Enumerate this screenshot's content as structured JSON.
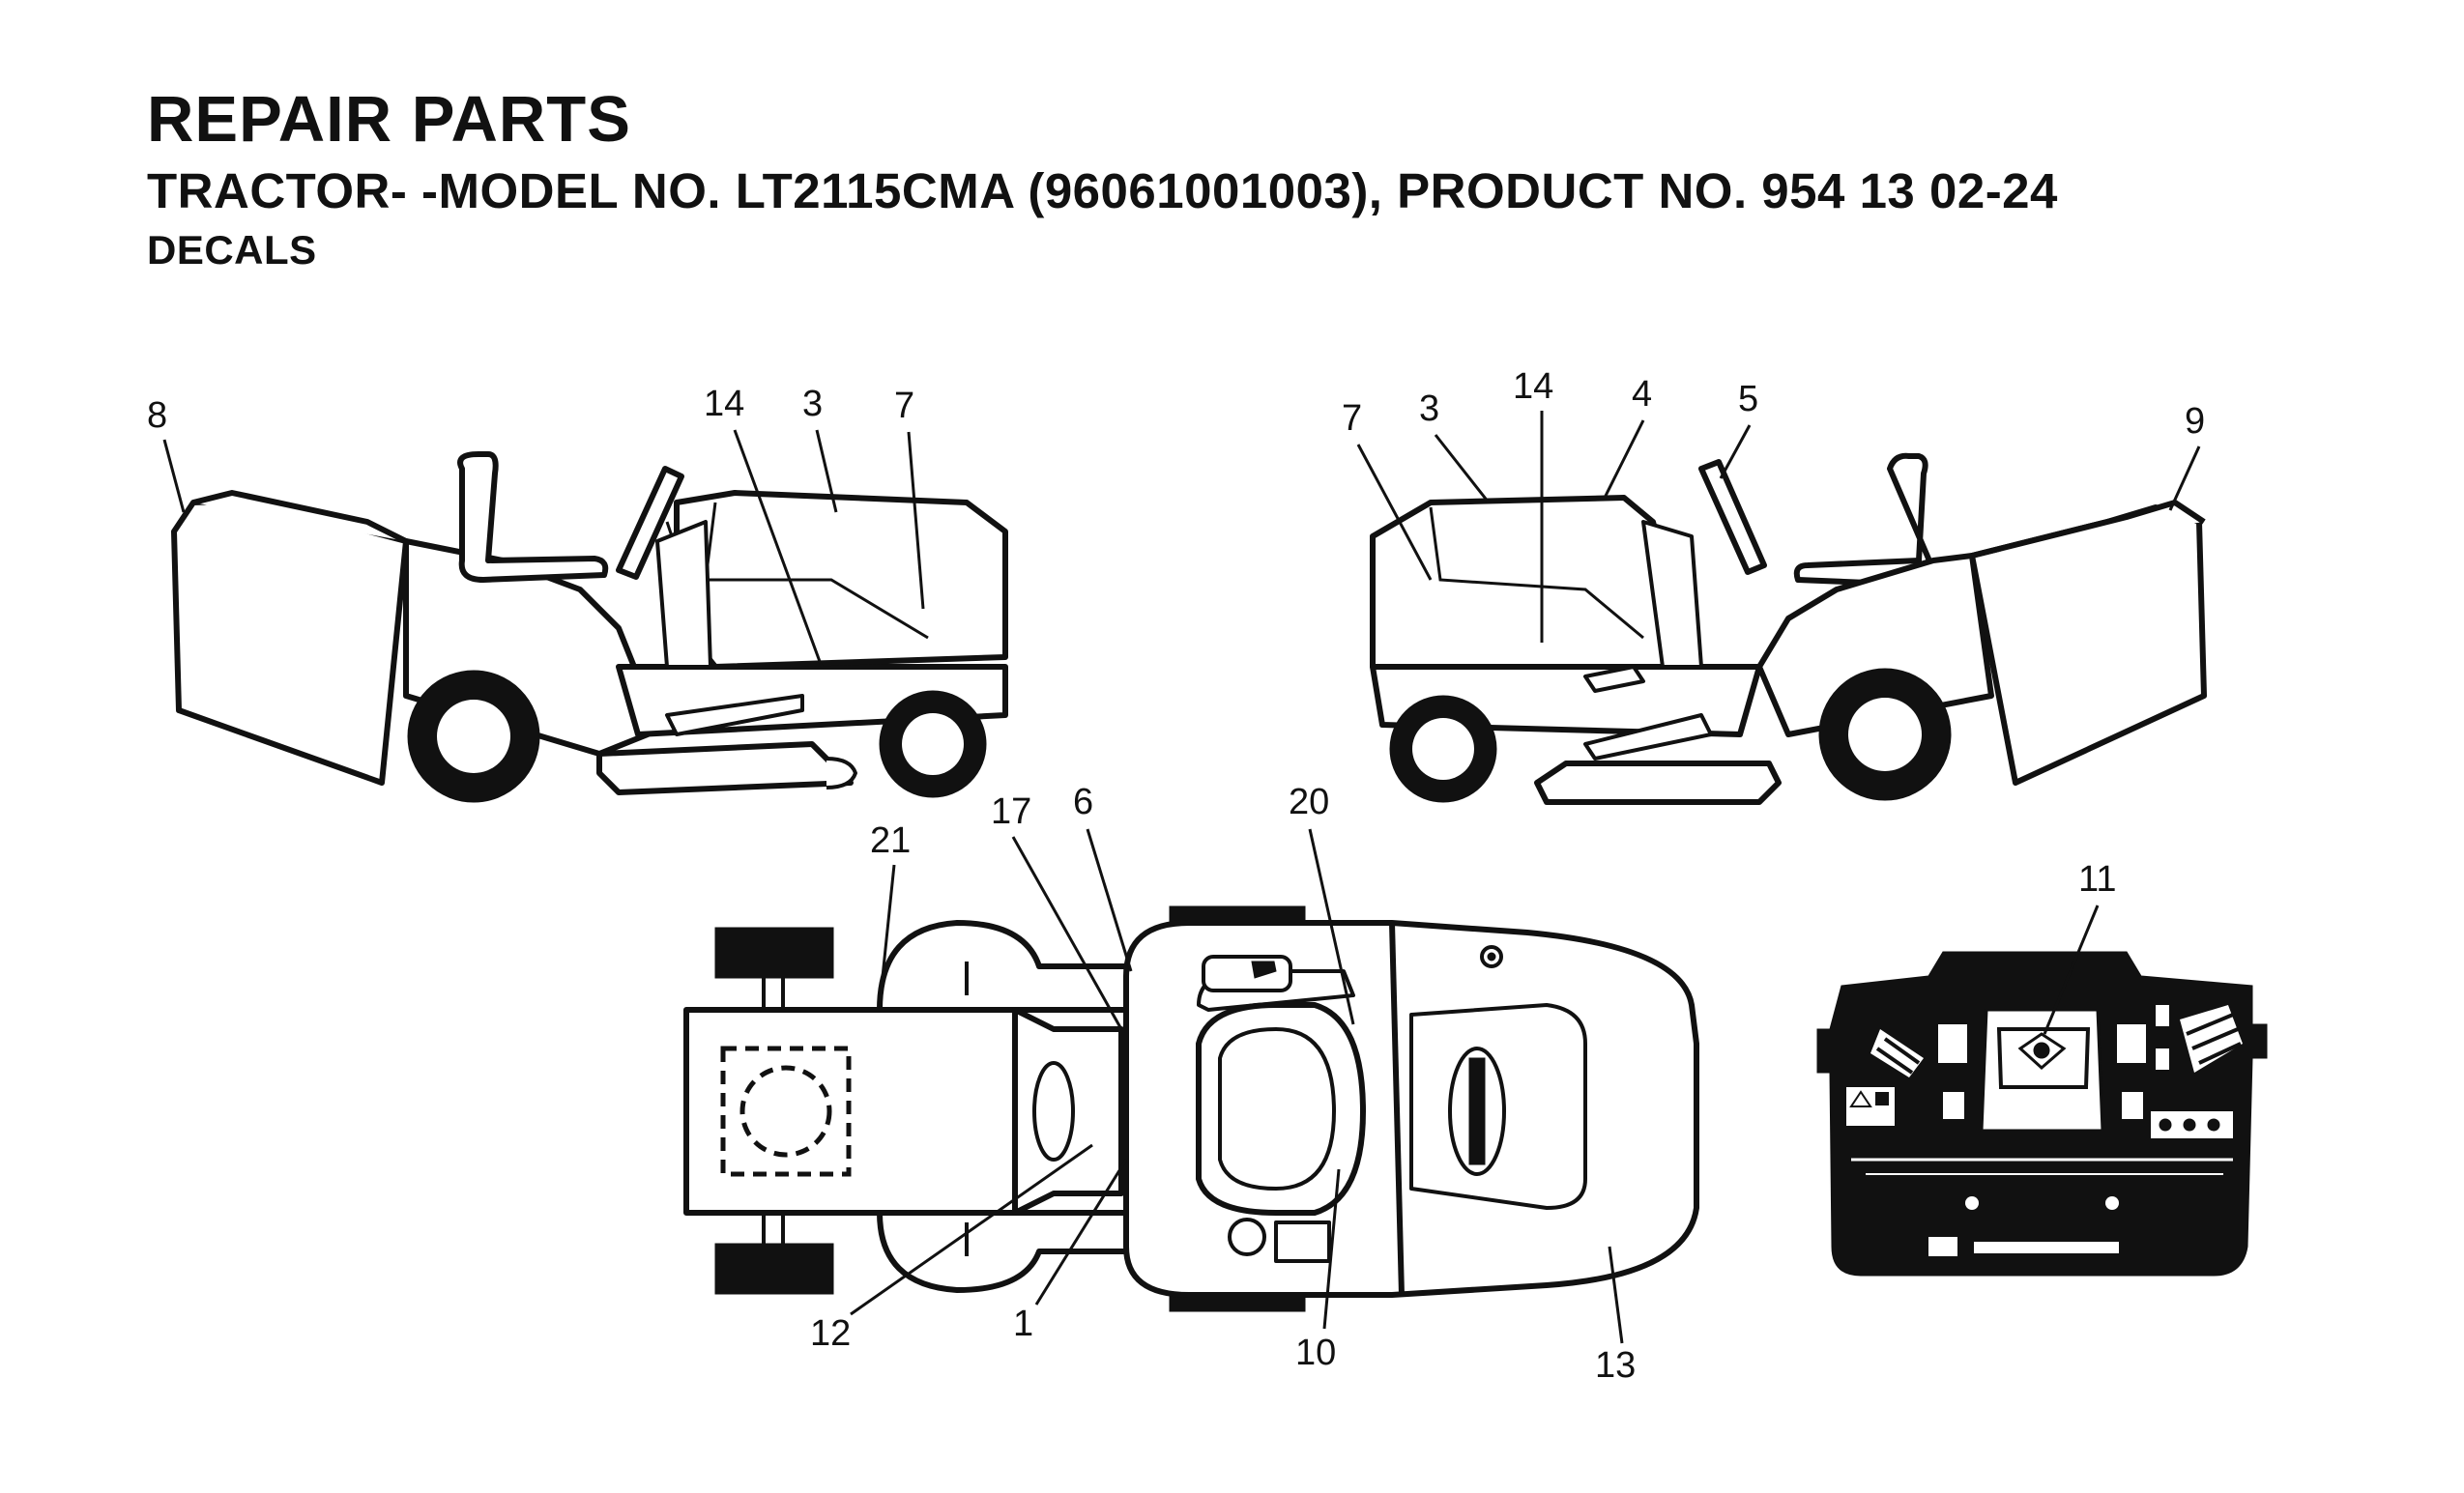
{
  "header": {
    "title": "REPAIR PARTS",
    "subtitle": "TRACTOR- -MODEL NO. LT2115CMA (96061001003), PRODUCT NO. 954 13 02-24",
    "section": "DECALS"
  },
  "callouts": {
    "left_view": {
      "c8": "8",
      "c14": "14",
      "c3": "3",
      "c7": "7"
    },
    "right_view": {
      "c7": "7",
      "c3": "3",
      "c14": "14",
      "c4": "4",
      "c5": "5",
      "c9": "9"
    },
    "top_view": {
      "c21": "21",
      "c17": "17",
      "c6": "6",
      "c20": "20",
      "c12": "12",
      "c1": "1",
      "c10": "10",
      "c13": "13"
    },
    "dash_view": {
      "c11": "11"
    }
  }
}
